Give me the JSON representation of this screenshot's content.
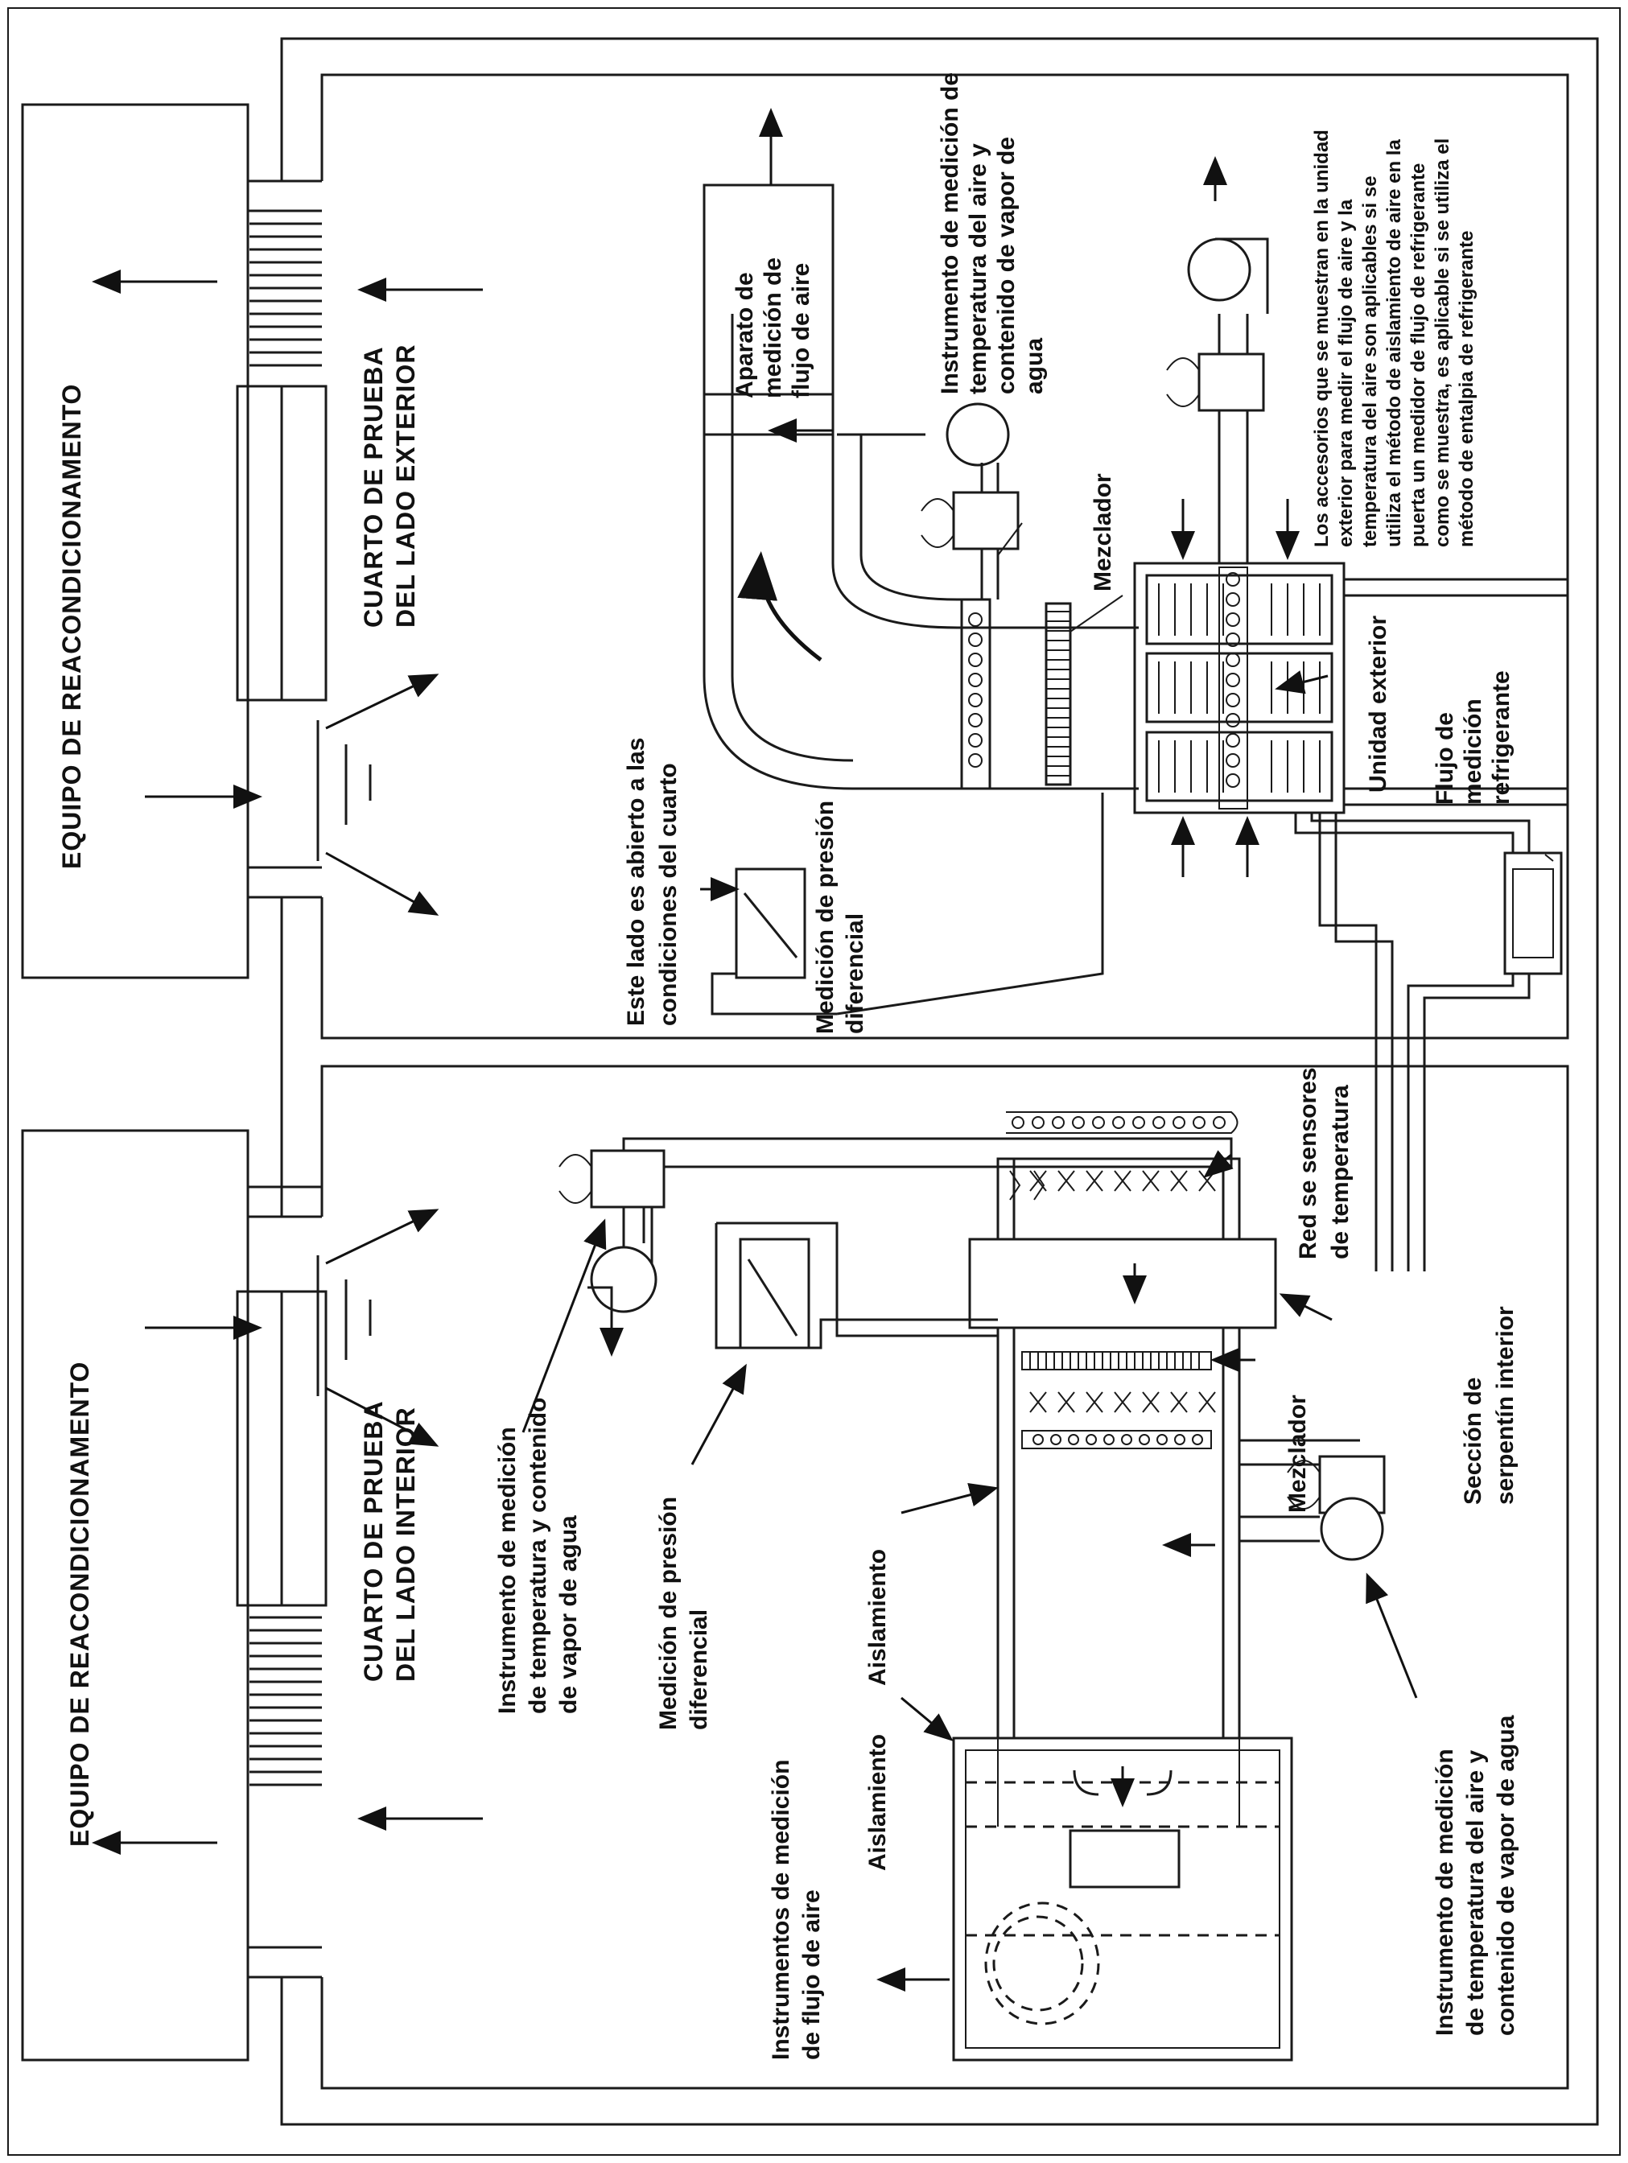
{
  "labels": {
    "equipo_ext": "EQUIPO DE REACONDICIONAMENTO",
    "equipo_int": "EQUIPO DE REACONDICIONAMENTO",
    "cuarto_ext_1": "CUARTO DE PRUEBA",
    "cuarto_ext_2": "DEL LADO EXTERIOR",
    "cuarto_int_1": "CUARTO DE PRUEBA",
    "cuarto_int_2": "DEL LADO INTERIOR",
    "aparato_1": "Aparato de",
    "aparato_2": "medición de",
    "aparato_3": "flujo de aire",
    "instr_top_1": "Instrumento de medición de",
    "instr_top_2": "temperatura del aire y",
    "instr_top_3": "contenido de vapor de",
    "instr_top_4": "agua",
    "mezclador_top": "Mezclador",
    "accesorios_1": "Los accesorios que se muestran en la unidad",
    "accesorios_2": "exterior para medir el flujo de aire y la",
    "accesorios_3": "temperatura del aire son aplicables si se",
    "accesorios_4": "utiliza el método de aislamiento de aire en la",
    "accesorios_5": "puerta un medidor de flujo de refrigerante",
    "accesorios_6": "como se muestra, es aplicable si se utiliza el",
    "accesorios_7": "método de entalpia de refrigerante",
    "unidad_ext": "Unidad exterior",
    "flujo_ref_1": "Flujo de",
    "flujo_ref_2": "medición",
    "flujo_ref_3": "refrigerante",
    "este_lado_1": "Este lado es abierto a las",
    "este_lado_2": "condiciones del cuarto",
    "presion_top_1": "Medición de presión",
    "presion_top_2": "diferencial",
    "red_sens_1": "Red se sensores",
    "red_sens_2": "de temperatura",
    "seccion_1": "Sección de",
    "seccion_2": "serpentín interior",
    "mezclador_bot": "Mezclador",
    "instr_left_1": "Instrumento de medición",
    "instr_left_2": "de temperatura y contenido",
    "instr_left_3": "de vapor de agua",
    "presion_bot_1": "Medición de presión",
    "presion_bot_2": "diferencial",
    "aislamiento_1": "Aislamiento",
    "aislamiento_2": "Aislamiento",
    "instr_bot_1": "Instrumento de medición",
    "instr_bot_2": "de temperatura del aire y",
    "instr_bot_3": "contenido de vapor de agua",
    "instrumentos_1": "Instrumentos de medición",
    "instrumentos_2": "de flujo de aire"
  }
}
